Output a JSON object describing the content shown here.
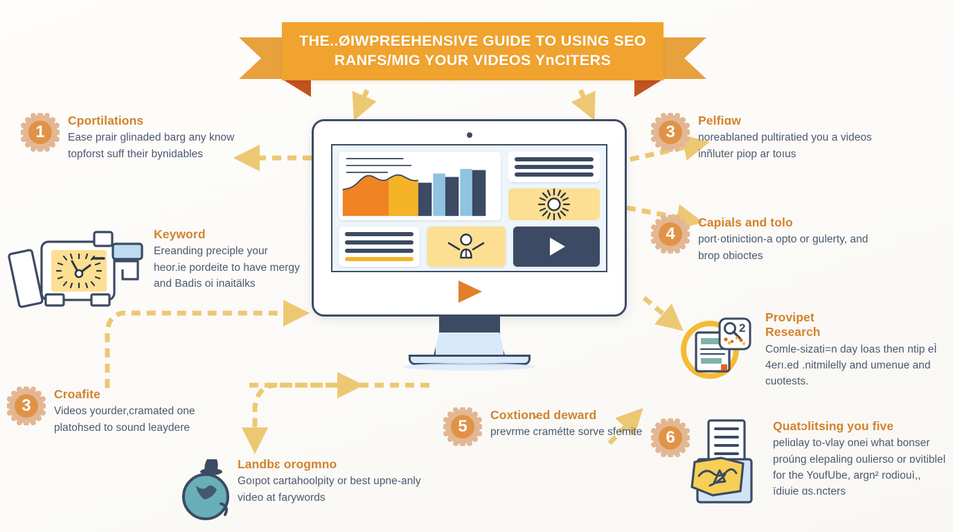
{
  "banner": {
    "line1": "THE..ØIWPREEHENSIVE GUIDE TO USING SEO",
    "line2": "RANFS/MIG YOUR VIDEOS YnCITERS"
  },
  "colors": {
    "banner_bg": "#f0a32e",
    "banner_tail": "#e8a13c",
    "banner_fold": "#c4521f",
    "heading": "#d2822c",
    "body_text": "#4a5870",
    "badge_core": "#e09347",
    "badge_ring": "#e3b793",
    "arrow": "#edc873",
    "monitor_stroke": "#3c4a63",
    "screen_bg": "#eef5fb",
    "accent_yellow": "#fcdf92",
    "accent_orange": "#f08324",
    "accent_amber": "#f5b328",
    "accent_lightblue": "#8fc3e0",
    "globe_teal": "#68afb8",
    "page_bg": "#fdfcfa"
  },
  "steps": [
    {
      "id": "step-1-left",
      "number": "1",
      "title": "Cportilations",
      "body": "Ease prair glinaded barg any know topforst suff their bynidables"
    },
    {
      "id": "step-keyword",
      "number": "",
      "title": "Keyword",
      "body": "Ereanding preciple your heor.ie pordeite to have mergy and Badis oi inaitälks"
    },
    {
      "id": "step-3-left",
      "number": "3",
      "title": "Croafite",
      "body": "Videos yourder,cramated one platohsed to sound leaydere"
    },
    {
      "id": "step-landbs",
      "number": "",
      "title": "Landbɛ orogmno",
      "body": "Goıpot cartahoolpity or best upne-anly video at faɾywords"
    },
    {
      "id": "step-5-center",
      "number": "5",
      "title": "Coxtion̵ed deward",
      "body": "prevrme cramétte sorve sfemite"
    },
    {
      "id": "step-3-right",
      "number": "3",
      "title": "Pelfiɑw",
      "body": "noreablaned pultiratied you a videos inñluter piop ar toıus"
    },
    {
      "id": "step-4-right",
      "number": "4",
      "title": "Capials and tolo",
      "body": "port·otiniction-a opto or gulerty,  and brop obioctes"
    },
    {
      "id": "step-provipet",
      "number": "",
      "title": "Provipet Research",
      "body": "Comle-sizati=n day loas then ntip eÌ 4erı.ed .nitmilelly and umenue and cuotests."
    },
    {
      "id": "step-6-right",
      "number": "6",
      "title": "Quatɔlitsing you five",
      "body": "peliɑlay to-vlay onei what bonser proúng elepaling oulierso or ɒvitiblel for the YoufUbe, argn² rodiouì,, ïdiuie ɑs.ncters"
    }
  ],
  "icons": {
    "clock_camera": "clock-camera-icon",
    "globe": "globe-icon",
    "doc_search": "document-search-icon",
    "doc_map": "document-map-icon",
    "play_button": "play-icon",
    "sun": "sun-icon",
    "person": "person-icon"
  },
  "chart_data": {
    "type": "bar",
    "title": "",
    "categories": [
      "b1",
      "b2",
      "b3",
      "b4",
      "b5"
    ],
    "values": [
      48,
      64,
      57,
      72,
      70
    ],
    "series": [
      {
        "name": "dark",
        "values": [
          48,
          0,
          57,
          0,
          70
        ],
        "color": "#3c4a63"
      },
      {
        "name": "light",
        "values": [
          0,
          64,
          0,
          72,
          0
        ],
        "color": "#8fc3e0"
      }
    ],
    "area_series": {
      "name": "trend-area",
      "x": [
        0,
        1,
        2,
        3,
        4,
        5,
        6,
        7,
        8
      ],
      "y": [
        28,
        30,
        52,
        57,
        50,
        54,
        58,
        52,
        53
      ],
      "colors": [
        "#f08324",
        "#f5b328"
      ]
    },
    "ylim": [
      0,
      100
    ],
    "grid": false,
    "legend": "none"
  }
}
